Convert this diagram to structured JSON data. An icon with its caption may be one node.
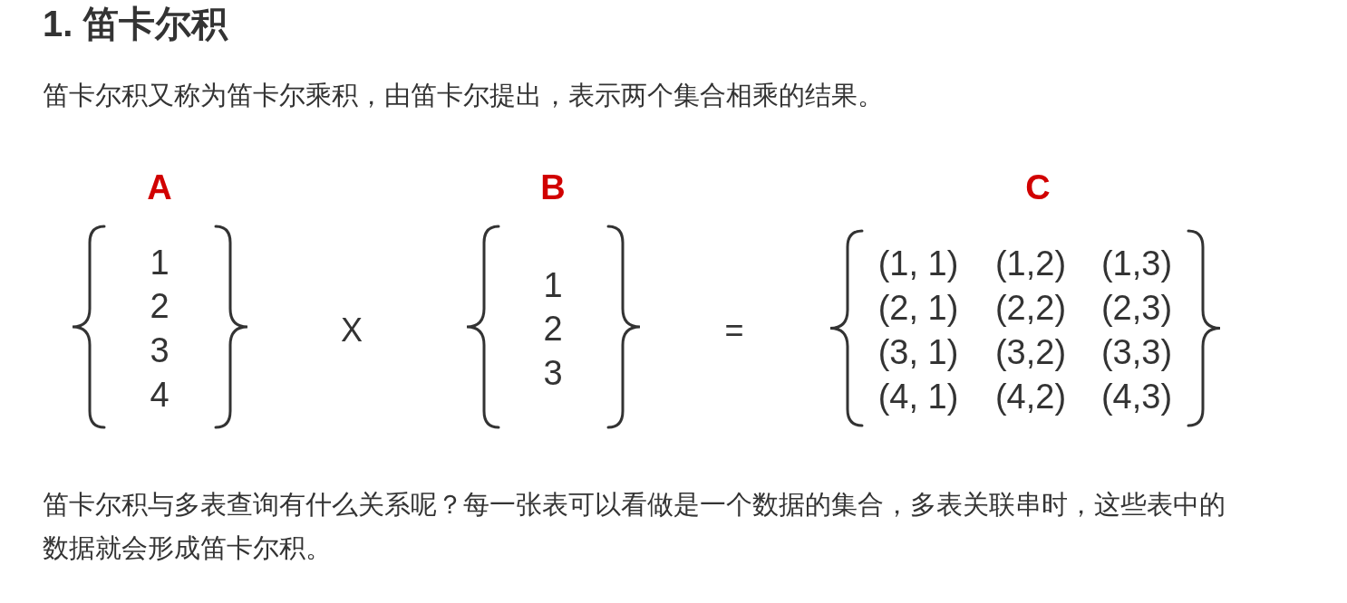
{
  "diagram": {
    "title": "1. 笛卡尔积",
    "nodes": [
      {
        "text": [
          "A",
          "1",
          "2",
          "3",
          "4"
        ]
      },
      {
        "text": [
          "B",
          "1",
          "2",
          "3"
        ]
      },
      {
        "text": [
          "C",
          "(1, 1)",
          "(1,2)",
          "(1,3)",
          "(2, 1)",
          "(2,2)",
          "(2,3)",
          "(3, 1)",
          "(3,2)",
          "(3,3)",
          "(4, 1)",
          "(4,2)",
          "(4,3)"
        ]
      }
    ],
    "labels": [
      "笛卡尔积又称为笛卡尔乘积，由笛卡尔提出，表示两个集合相乘的结果。",
      "X",
      "=",
      "笛卡尔积与多表查询有什么关系呢？每一张表可以看做是一个数据的集合，多表关联串时，这些表中的数据就会形成笛卡尔积。"
    ]
  }
}
